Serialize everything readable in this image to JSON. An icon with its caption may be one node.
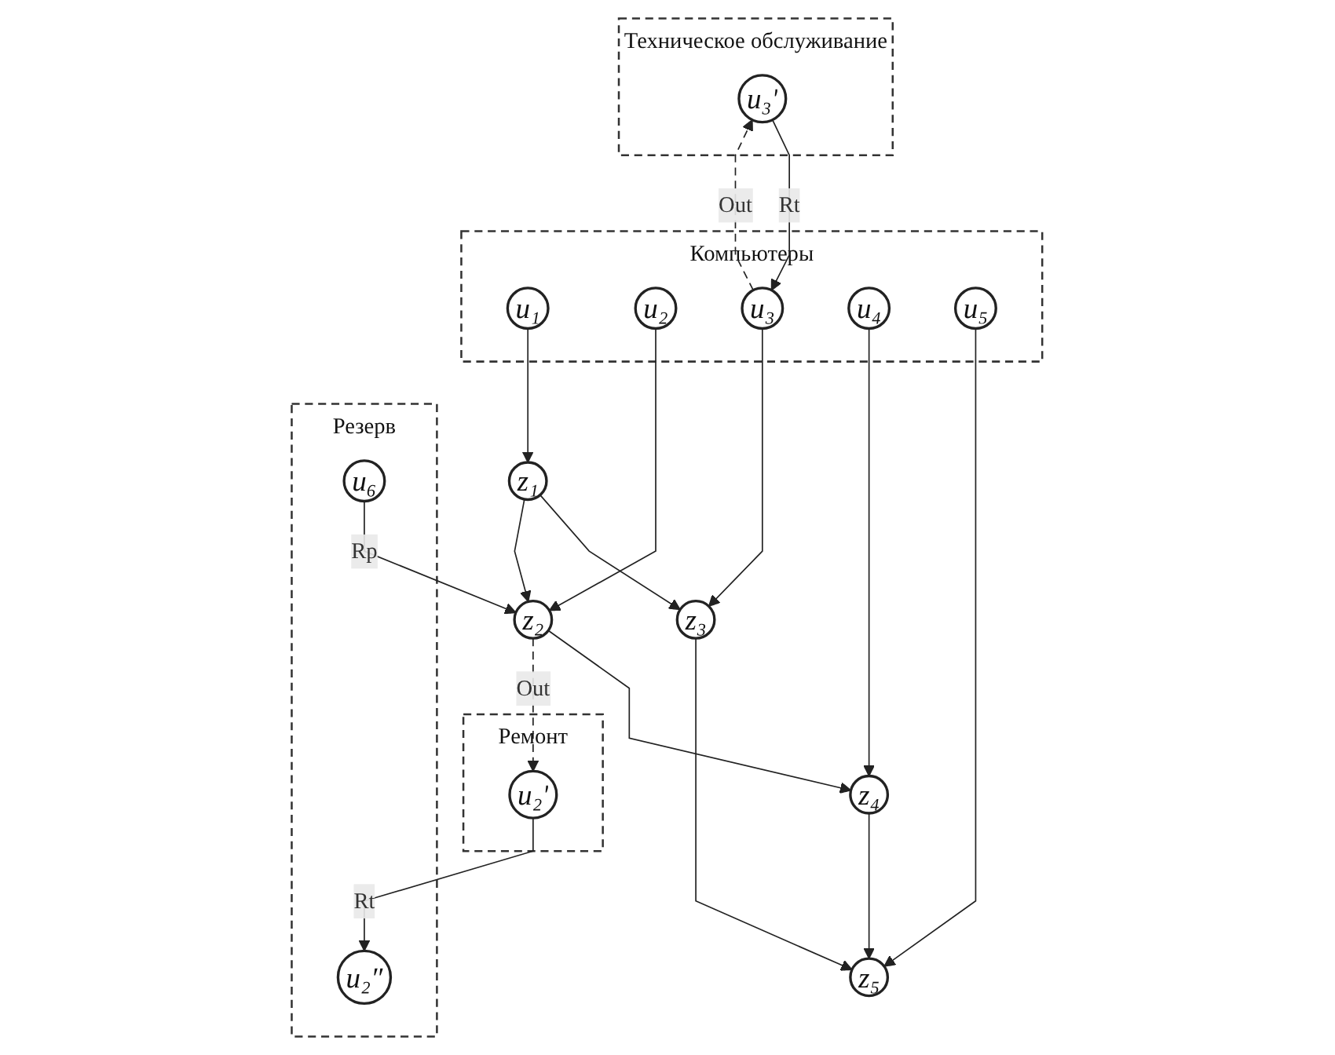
{
  "diagram": {
    "nodes": [
      {
        "text": [
          "Техническое обслуживание"
        ]
      },
      {
        "text": [
          "u₃′"
        ],
        "in": 0
      },
      {
        "text": [
          "Компьютеры"
        ]
      },
      {
        "text": [
          "u₁"
        ],
        "in": 2
      },
      {
        "text": [
          "u₂"
        ],
        "in": 2
      },
      {
        "text": [
          "u₃"
        ],
        "in": 2
      },
      {
        "text": [
          "u₄"
        ],
        "in": 2
      },
      {
        "text": [
          "u₅"
        ],
        "in": 2
      },
      {
        "text": [
          "z₃"
        ]
      },
      {
        "text": [
          "z₁"
        ]
      },
      {
        "text": [
          "z₅"
        ]
      },
      {
        "text": [
          "z₂"
        ]
      },
      {
        "text": [
          "z₄"
        ]
      },
      {
        "text": [
          "Ремонт"
        ]
      },
      {
        "text": [
          "u₂′"
        ],
        "in": 13
      },
      {
        "text": [
          "Резерв"
        ]
      },
      {
        "text": [
          "u₂″"
        ],
        "in": 15
      },
      {
        "text": [
          "u₆"
        ],
        "in": 15
      }
    ],
    "edges": [
      {
        "from": 5,
        "to": 1,
        "arrow": "to",
        "label": "Out",
        "style": "dashed"
      },
      {
        "from": 1,
        "to": 5,
        "arrow": "to",
        "label": "Rt"
      },
      {
        "from": 3,
        "to": 9,
        "arrow": "to"
      },
      {
        "from": 4,
        "to": 11,
        "arrow": "to"
      },
      {
        "from": 5,
        "to": 8,
        "arrow": "to"
      },
      {
        "from": 6,
        "to": 12,
        "arrow": "to"
      },
      {
        "from": 7,
        "to": 10,
        "arrow": "to"
      },
      {
        "from": 9,
        "to": 8,
        "arrow": "to"
      },
      {
        "from": 9,
        "to": 11,
        "arrow": "to"
      },
      {
        "from": 8,
        "to": 10,
        "arrow": "to"
      },
      {
        "from": 11,
        "to": 12,
        "arrow": "to"
      },
      {
        "from": 12,
        "to": 10,
        "arrow": "to"
      },
      {
        "from": 11,
        "to": 14,
        "arrow": "to",
        "label": "Out",
        "style": "dashed"
      },
      {
        "from": 14,
        "to": 16,
        "arrow": "to",
        "label": "Rt"
      },
      {
        "from": 17,
        "to": 11,
        "arrow": "to",
        "label": "Rp"
      }
    ]
  }
}
